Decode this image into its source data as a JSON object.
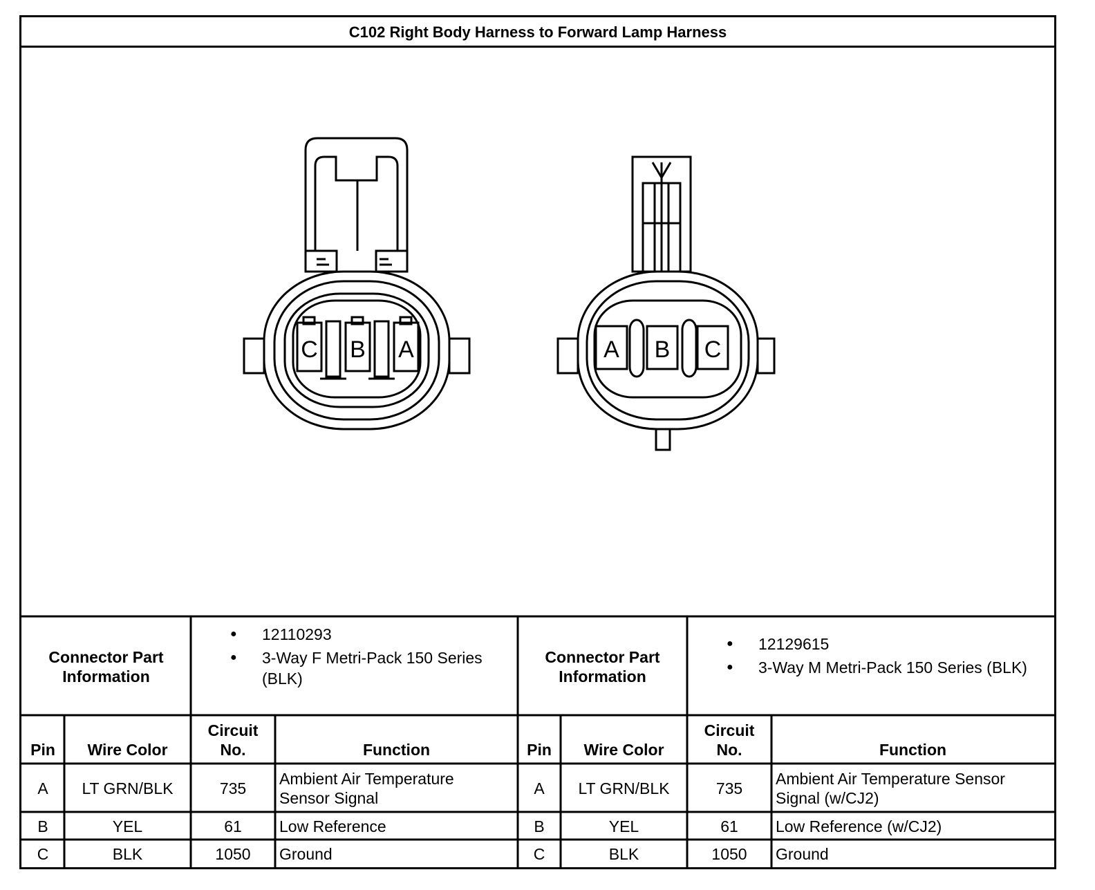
{
  "title": "C102 Right Body Harness to Forward Lamp Harness",
  "connectors": [
    {
      "info_label": "Connector Part Information",
      "part_info": [
        "12110293",
        "3-Way F Metri-Pack 150 Series (BLK)"
      ],
      "cavity_labels": [
        "C",
        "B",
        "A"
      ],
      "headers": {
        "pin": "Pin",
        "wire_color": "Wire Color",
        "circuit": "Circuit No.",
        "function": "Function"
      },
      "rows": [
        {
          "pin": "A",
          "wire_color": "LT GRN/BLK",
          "circuit": "735",
          "function": "Ambient Air Temperature Sensor Signal"
        },
        {
          "pin": "B",
          "wire_color": "YEL",
          "circuit": "61",
          "function": "Low Reference"
        },
        {
          "pin": "C",
          "wire_color": "BLK",
          "circuit": "1050",
          "function": "Ground"
        }
      ]
    },
    {
      "info_label": "Connector Part Information",
      "part_info": [
        "12129615",
        "3-Way M Metri-Pack 150 Series (BLK)"
      ],
      "cavity_labels": [
        "A",
        "B",
        "C"
      ],
      "headers": {
        "pin": "Pin",
        "wire_color": "Wire Color",
        "circuit": "Circuit No.",
        "function": "Function"
      },
      "rows": [
        {
          "pin": "A",
          "wire_color": "LT GRN/BLK",
          "circuit": "735",
          "function": "Ambient Air Temperature Sensor Signal (w/CJ2)"
        },
        {
          "pin": "B",
          "wire_color": "YEL",
          "circuit": "61",
          "function": "Low Reference (w/CJ2)"
        },
        {
          "pin": "C",
          "wire_color": "BLK",
          "circuit": "1050",
          "function": "Ground"
        }
      ]
    }
  ]
}
